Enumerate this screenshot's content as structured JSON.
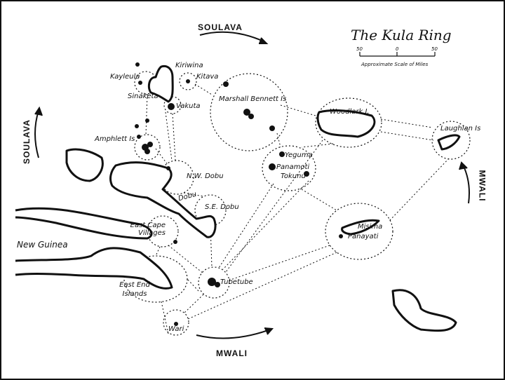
{
  "title": "The Kula Ring",
  "scale": {
    "left": "50",
    "mid": "0",
    "right": "50",
    "caption": "Approximate Scale of Miles"
  },
  "routes": {
    "soulava_top": "SOULAVA",
    "soulava_left": "SOULAVA",
    "mwali_right": "MWALI",
    "mwali_bottom": "MWALI"
  },
  "places": {
    "kiriwina": "Kiriwina",
    "kitava": "Kitava",
    "kayleula": "Kayleula",
    "sinaketa": "Sinaketa",
    "vakuta": "Vakuta",
    "marshall_bennett": "Marshall Bennett Is",
    "woodlark": "Woodlark I.",
    "laughlan": "Laughlan Is",
    "amphlett": "Amphlett Is",
    "nw_dobu": "N.W. Dobu",
    "dobu": "Dobu",
    "se_dobu": "S.E. Dobu",
    "yeguma": "Yeguma",
    "panamoti": "Panamoti",
    "tokunu": "Tokunu",
    "east_cape": "East Cape Villages",
    "new_guinea": "New Guinea",
    "east_end": "East End Islands",
    "tubetube": "Tubetube",
    "wari": "Wari",
    "misima": "Misima",
    "panayati": "Panayati"
  },
  "colors": {
    "ink": "#111111",
    "paper": "#ffffff"
  }
}
